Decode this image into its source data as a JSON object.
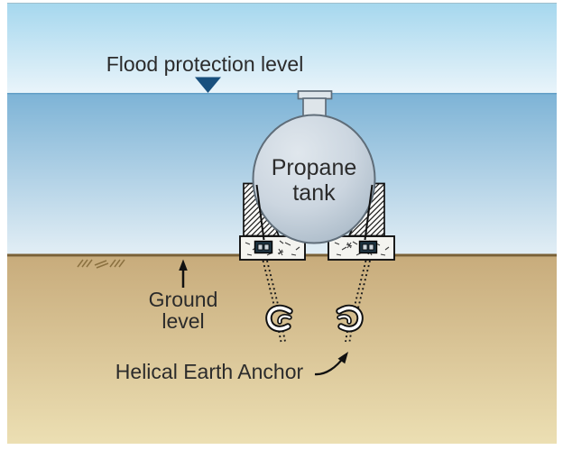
{
  "diagram": {
    "type": "flood-protection-illustration",
    "labels": {
      "flood_protection": "Flood protection level",
      "tank_line1": "Propane",
      "tank_line2": "tank",
      "ground_line1": "Ground",
      "ground_line2": "level",
      "helical_anchor": "Helical Earth Anchor"
    },
    "markers": {
      "flood_marker": "filled-down-triangle",
      "ground_pointer": "up-arrow",
      "anchor_pointer": "curved-up-right-arrow",
      "soil_symbol": "diagonal-hatch-ticks"
    },
    "colors": {
      "flood_marker": "#19507e",
      "sky_top": "#a5d7ee",
      "sky_bottom": "#e7f3fa",
      "water_top": "#7db3d6",
      "water_bottom": "#e2eef5",
      "ground_surface_line": "#7a6136",
      "ground_top": "#c8ac7c",
      "ground_bottom": "#ecdfb3",
      "tank_fill_light": "#e0e7ed",
      "tank_fill_dark": "#a9b9c7",
      "tank_outline": "#5f6d79",
      "label_text": "#2b2b2b"
    }
  }
}
